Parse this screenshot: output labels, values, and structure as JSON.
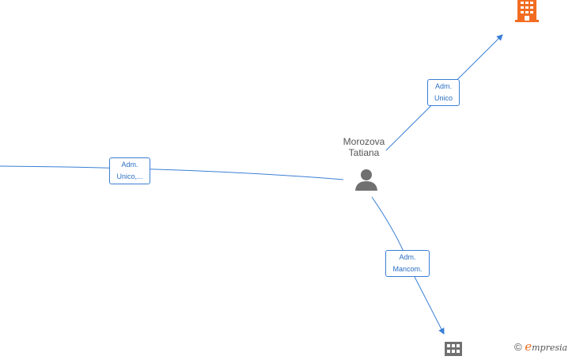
{
  "person": {
    "name_line1": "Morozova",
    "name_line2": "Tatiana"
  },
  "edges": [
    {
      "label_line1": "Adm.",
      "label_line2": "Unico"
    },
    {
      "label_line1": "Adm.",
      "label_line2": "Unico,..."
    },
    {
      "label_line1": "Adm.",
      "label_line2": "Mancom."
    }
  ],
  "brand": {
    "copyright": "©",
    "initial": "e",
    "rest": "mpresia"
  },
  "colors": {
    "edge": "#3a7fd5",
    "highlight_company": "#f26d21",
    "company": "#707070",
    "person": "#707070"
  },
  "icons": {
    "person": "person-icon",
    "company": "building-icon"
  }
}
